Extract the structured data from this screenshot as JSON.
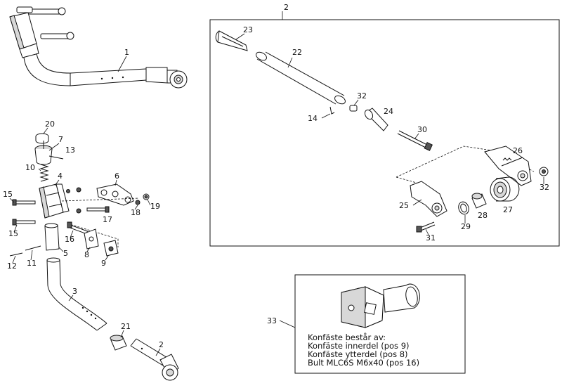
{
  "labels": {
    "p1": "1",
    "p2_top": "2",
    "p2_bottom": "2",
    "p3": "3",
    "p4": "4",
    "p5": "5",
    "p6": "6",
    "p7": "7",
    "p8": "8",
    "p9": "9",
    "p10": "10",
    "p11": "11",
    "p12": "12",
    "p13": "13",
    "p14": "14",
    "p15a": "15",
    "p15b": "15",
    "p16": "16",
    "p17": "17",
    "p18": "18",
    "p19": "19",
    "p20": "20",
    "p21": "21",
    "p22": "22",
    "p23": "23",
    "p24": "24",
    "p25": "25",
    "p26": "26",
    "p27": "27",
    "p28": "28",
    "p29": "29",
    "p30": "30",
    "p31": "31",
    "p32a": "32",
    "p32b": "32",
    "p33": "33"
  },
  "caption": {
    "line1": "Konfäste består av:",
    "line2": "Konfäste innerdel (pos 9)",
    "line3": "Konfäste ytterdel (pos 8)",
    "line4": "Bult MLC6S M6x40 (pos 16)"
  }
}
